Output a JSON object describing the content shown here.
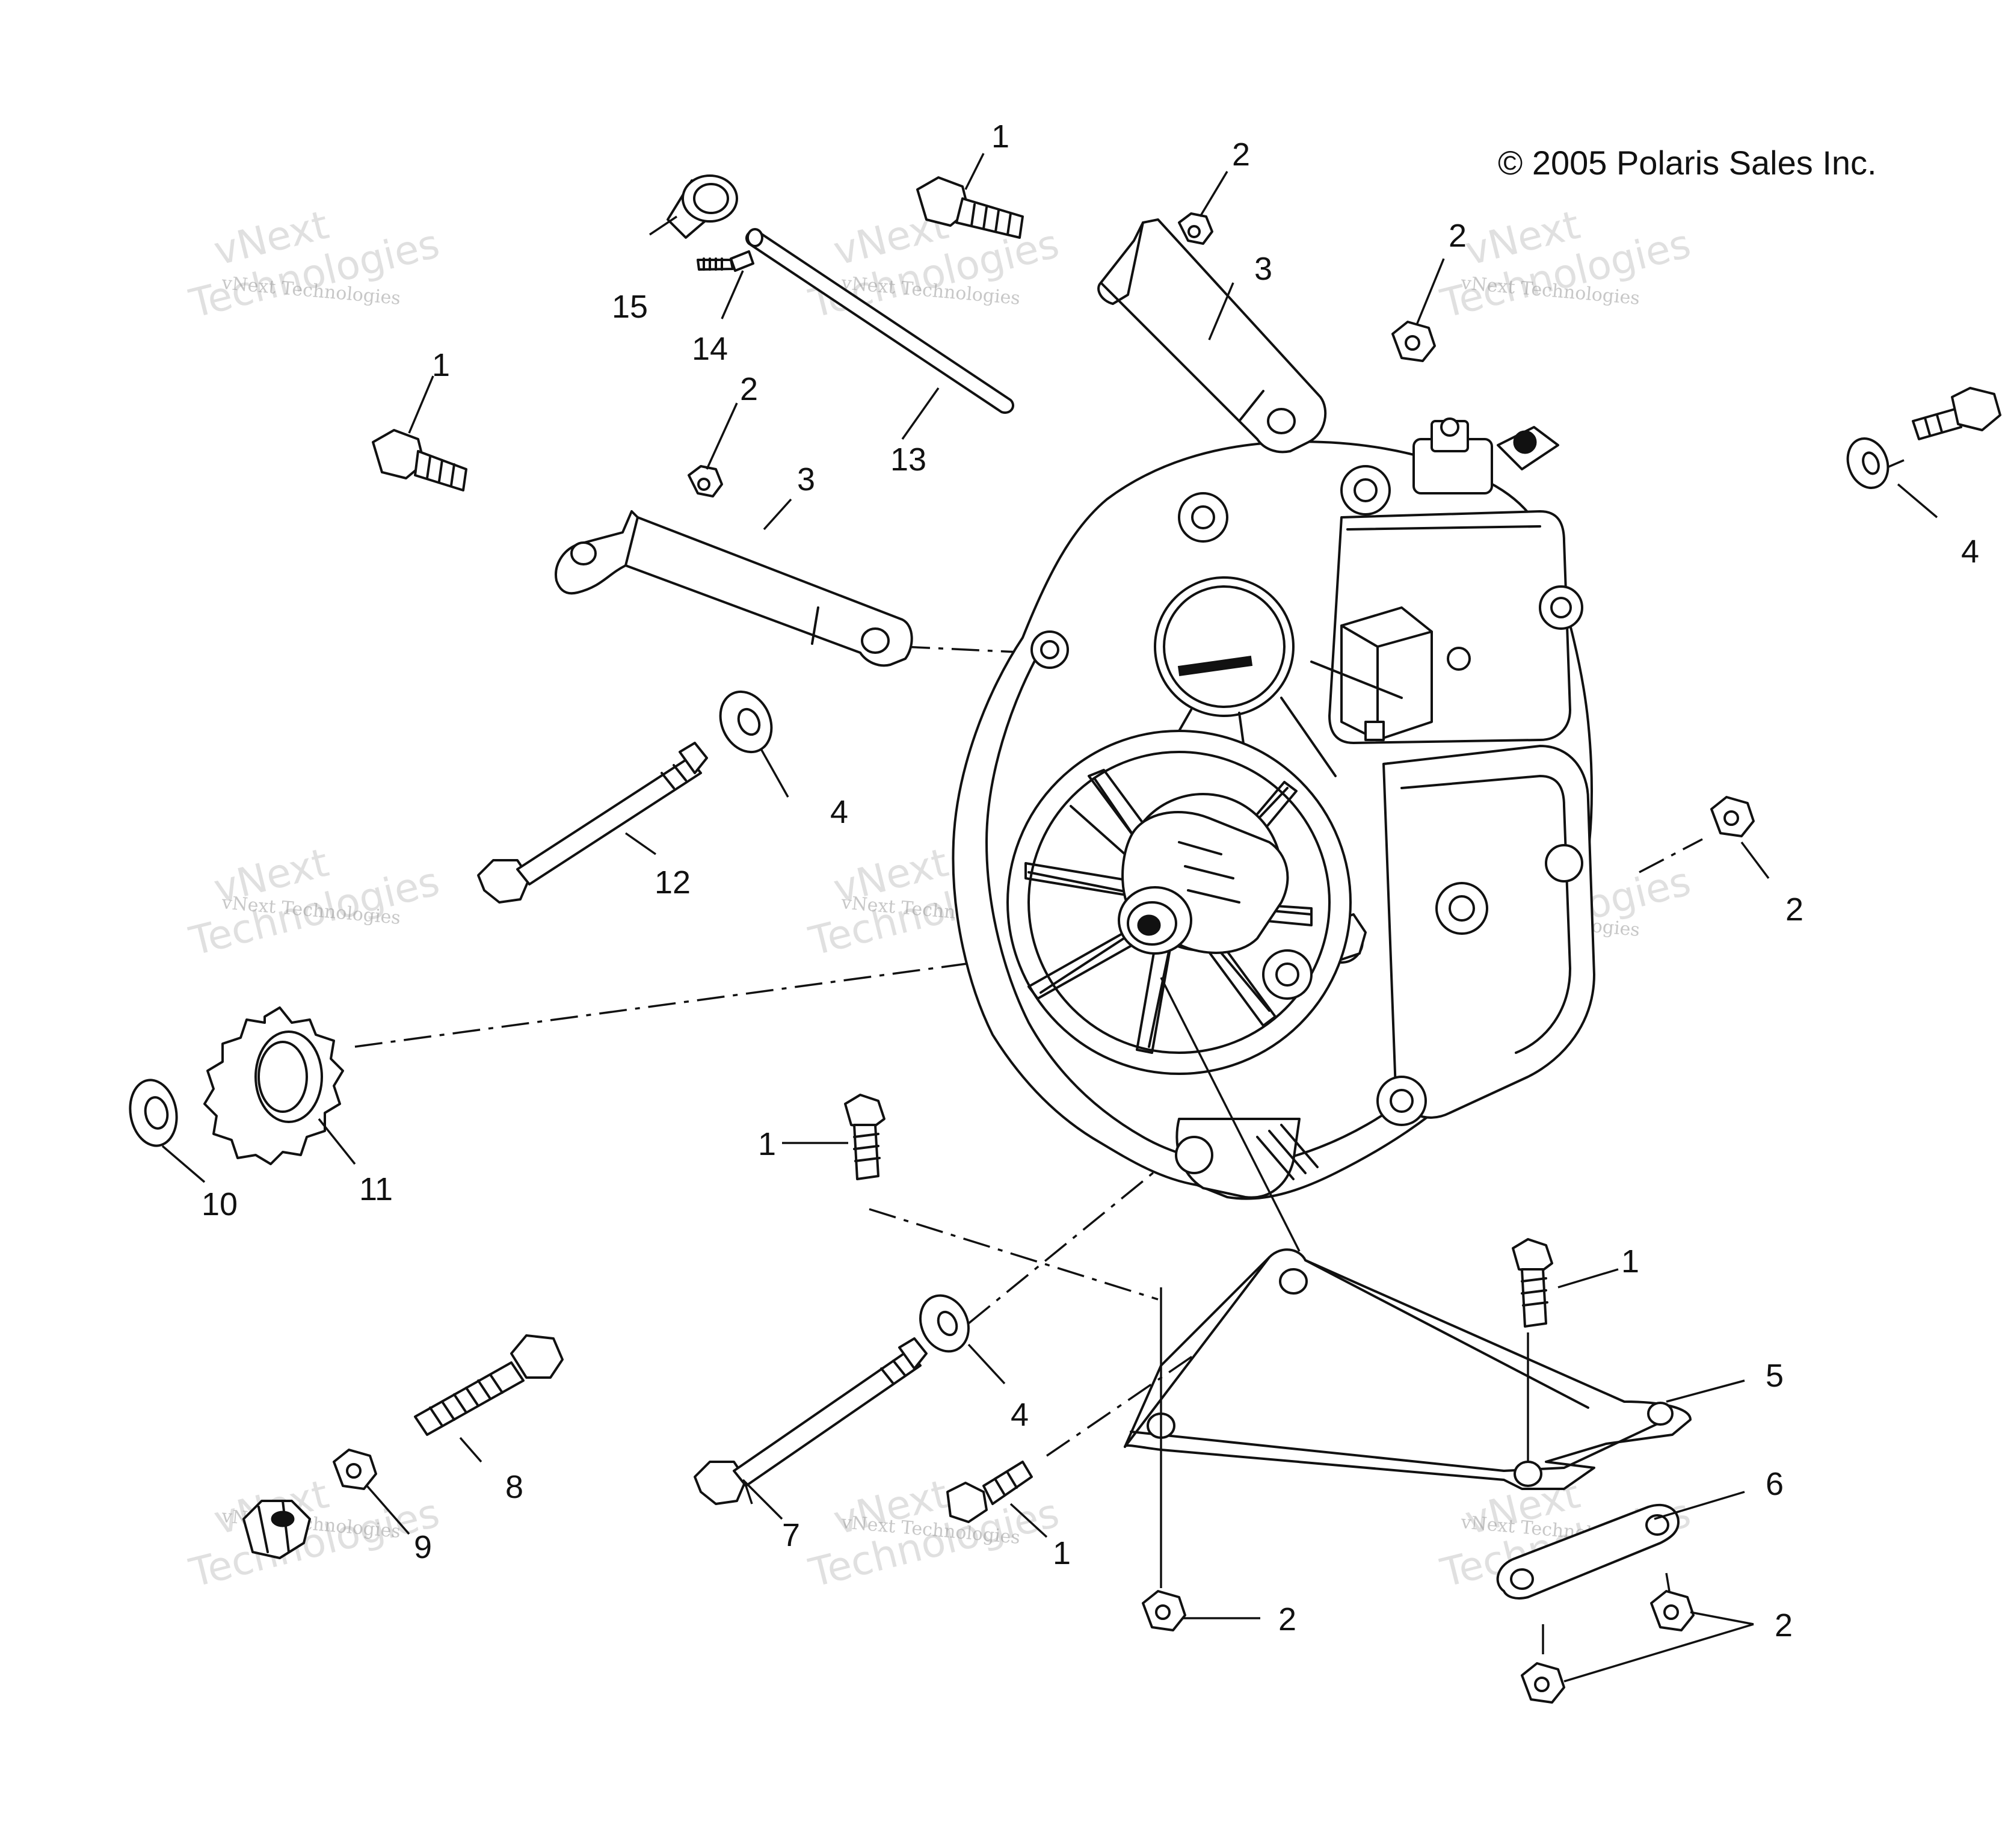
{
  "copyright": "© 2005 Polaris Sales Inc.",
  "watermark": {
    "line1": "vNext Technologies",
    "line2": "vNext",
    "line3": "Technologies"
  },
  "callouts": {
    "c1a": "1",
    "c1b": "1",
    "c1c": "1",
    "c1d": "1",
    "c1e": "1",
    "c2a": "2",
    "c2b": "2",
    "c2c": "2",
    "c2d": "2",
    "c2e": "2",
    "c2f": "2",
    "c3a": "3",
    "c3b": "3",
    "c4a": "4",
    "c4b": "4",
    "c4c": "4",
    "c5": "5",
    "c6": "6",
    "c7": "7",
    "c8": "8",
    "c9": "9",
    "c10": "10",
    "c11": "11",
    "c12": "12",
    "c13": "13",
    "c14": "14",
    "c15": "15"
  }
}
